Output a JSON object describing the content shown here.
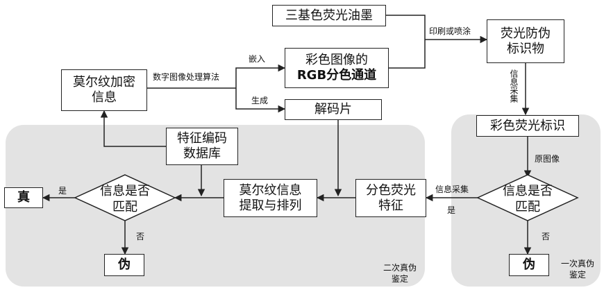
{
  "nodes": {
    "ink": "三基色荧光油墨",
    "fluoro_mark": [
      "荧光防伪",
      "标识物"
    ],
    "rgb": [
      "彩色图像的",
      "RGB分色通道"
    ],
    "moire_info": [
      "莫尔纹加密",
      "信息"
    ],
    "decoder": "解码片",
    "color_mark": "彩色荧光标识",
    "database": [
      "特征编码",
      "数据库"
    ],
    "extract": [
      "莫尔纹信息",
      "提取与排列"
    ],
    "separation": [
      "分色荧光",
      "特征"
    ],
    "match_left": [
      "信息是否",
      "匹配"
    ],
    "match_right": [
      "信息是否",
      "匹配"
    ],
    "true_box": "真",
    "fake_left": "伪",
    "fake_right": "伪"
  },
  "labels": {
    "print": "印刷或喷涂",
    "embed": "嵌入",
    "process": "数字图像处理算法",
    "generate": "生成",
    "collect_v": "信息采集",
    "original": "原图像",
    "collect_h": "信息采集",
    "yes_left": "是",
    "no_left": "否",
    "yes_right": "是",
    "no_right": "否",
    "second": [
      "二次真伪",
      "鉴定"
    ],
    "first": [
      "一次真伪",
      "鉴定"
    ]
  }
}
